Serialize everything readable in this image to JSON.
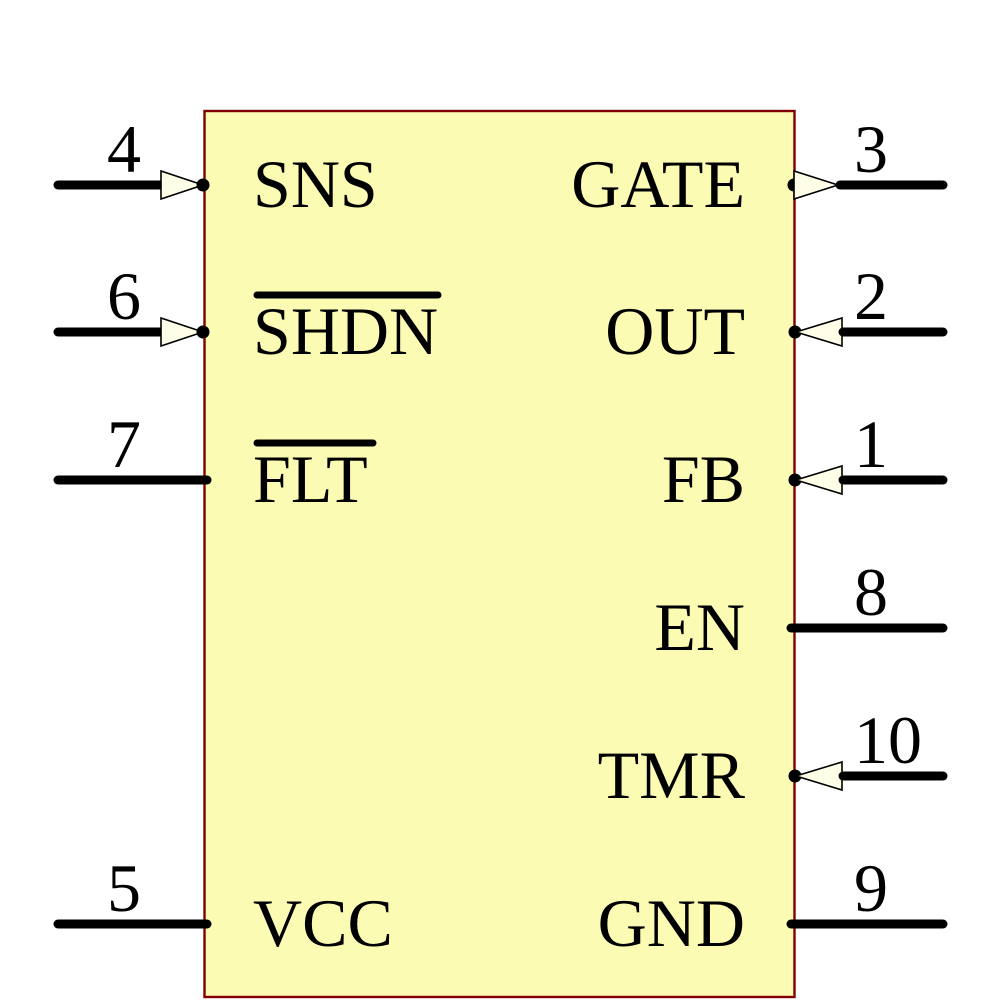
{
  "diagram": {
    "kind": "ic-schematic-symbol",
    "colors": {
      "body_fill": "#FBFBB4",
      "body_border": "#800000",
      "arrow_fill": "#FEFEE8",
      "pin_line": "#000000",
      "text": "#000000"
    },
    "pins": {
      "left": [
        {
          "number": "4",
          "label": "SNS",
          "overline": false,
          "arrow": "input"
        },
        {
          "number": "6",
          "label": "SHDN",
          "overline": true,
          "arrow": "input"
        },
        {
          "number": "7",
          "label": "FLT",
          "overline": true,
          "arrow": "none"
        },
        {
          "number": "5",
          "label": "VCC",
          "overline": false,
          "arrow": "none"
        }
      ],
      "right": [
        {
          "number": "3",
          "label": "GATE",
          "overline": false,
          "arrow": "output"
        },
        {
          "number": "2",
          "label": "OUT",
          "overline": false,
          "arrow": "input"
        },
        {
          "number": "1",
          "label": "FB",
          "overline": false,
          "arrow": "input"
        },
        {
          "number": "8",
          "label": "EN",
          "overline": false,
          "arrow": "none"
        },
        {
          "number": "10",
          "label": "TMR",
          "overline": false,
          "arrow": "input"
        },
        {
          "number": "9",
          "label": "GND",
          "overline": false,
          "arrow": "none"
        }
      ]
    }
  }
}
